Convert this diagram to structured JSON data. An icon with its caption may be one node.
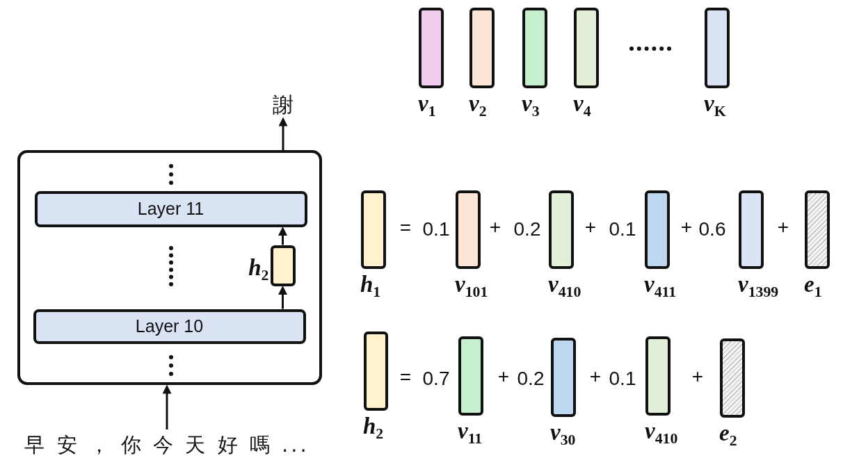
{
  "diagram": {
    "nodes": [
      {
        "text": [
          "謝"
        ]
      },
      {
        "text": [],
        "shape": "box"
      },
      {
        "text": [
          "Layer 11"
        ],
        "in": 1
      },
      {
        "text": [],
        "shape": "bar",
        "in": 1,
        "beside": [
          "h$_{2}$"
        ]
      },
      {
        "text": [
          "Layer 10"
        ],
        "in": 1
      },
      {
        "text": [
          "早 安 ， 你 今 天 好 嗎 ..."
        ]
      },
      {
        "text": [],
        "shape": "bar",
        "beside": [
          "v$_{1}$"
        ]
      },
      {
        "text": [],
        "shape": "bar",
        "beside": [
          "v$_{2}$"
        ]
      },
      {
        "text": [],
        "shape": "bar",
        "beside": [
          "v$_{3}$"
        ]
      },
      {
        "text": [],
        "shape": "bar",
        "beside": [
          "v$_{4}$"
        ]
      },
      {
        "text": [],
        "shape": "bar",
        "beside": [
          "v$_{K}$"
        ]
      },
      {
        "text": [],
        "shape": "bar",
        "beside": [
          "h$_{1}$"
        ]
      },
      {
        "text": [],
        "shape": "bar",
        "beside": [
          "v$_{101}$"
        ]
      },
      {
        "text": [],
        "shape": "bar",
        "beside": [
          "v$_{410}$"
        ]
      },
      {
        "text": [],
        "shape": "bar",
        "beside": [
          "v$_{411}$"
        ]
      },
      {
        "text": [],
        "shape": "bar",
        "beside": [
          "v$_{1399}$"
        ]
      },
      {
        "text": [],
        "shape": "bar",
        "beside": [
          "e$_{1}$"
        ]
      },
      {
        "text": [],
        "shape": "bar",
        "beside": [
          "h$_{2}$"
        ]
      },
      {
        "text": [],
        "shape": "bar",
        "beside": [
          "v$_{11}$"
        ]
      },
      {
        "text": [],
        "shape": "bar",
        "beside": [
          "v$_{30}$"
        ]
      },
      {
        "text": [],
        "shape": "bar",
        "beside": [
          "v$_{410}$"
        ]
      },
      {
        "text": [],
        "shape": "bar",
        "beside": [
          "e$_{2}$"
        ]
      }
    ],
    "edges": [
      {
        "from": 5,
        "to": 1,
        "arrow": "to"
      },
      {
        "from": 4,
        "to": 3,
        "arrow": "to"
      },
      {
        "from": 3,
        "to": 2,
        "arrow": "to"
      },
      {
        "from": 1,
        "to": 0,
        "arrow": "to"
      }
    ],
    "labels": [
      "=",
      "0.1",
      "+",
      "0.2",
      "+",
      "0.1",
      "+",
      "0.6",
      "+",
      "=",
      "0.7",
      "+",
      "0.2",
      "+",
      "0.1",
      "+"
    ]
  }
}
